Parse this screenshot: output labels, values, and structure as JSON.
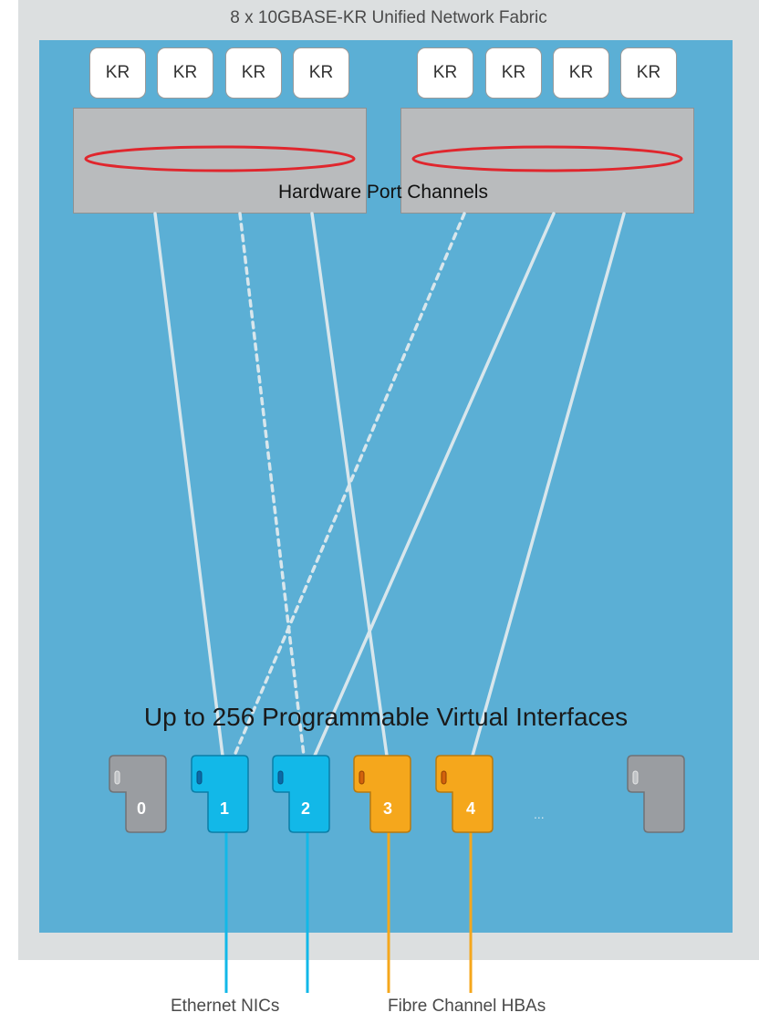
{
  "fabric": {
    "title": "8 x 10GBASE-KR Unified Network Fabric"
  },
  "kr_ports": [
    "KR",
    "KR",
    "KR",
    "KR",
    "KR",
    "KR",
    "KR",
    "KR"
  ],
  "port_channels": {
    "label": "Hardware Port Channels"
  },
  "vifs": {
    "title": "Up to 256 Programmable Virtual Interfaces",
    "items": [
      {
        "label": "0",
        "kind": "unassigned"
      },
      {
        "label": "1",
        "kind": "ethernet"
      },
      {
        "label": "2",
        "kind": "ethernet"
      },
      {
        "label": "3",
        "kind": "fibre-channel"
      },
      {
        "label": "4",
        "kind": "fibre-channel"
      },
      {
        "label": "",
        "kind": "unassigned"
      }
    ],
    "ellipsis": "..."
  },
  "footer": {
    "ethernet_label": "Ethernet NICs",
    "fc_label": "Fibre Channel HBAs"
  },
  "colors": {
    "outer_frame": "#dcdfe0",
    "fabric_bg": "#5bafd5",
    "switch": "#b9bbbd",
    "port_channel_ring": "#e0262d",
    "ethernet": "#12b8e8",
    "fibre_channel": "#f5a71c",
    "unassigned": "#9a9da1",
    "link": "#d8e6ec"
  }
}
